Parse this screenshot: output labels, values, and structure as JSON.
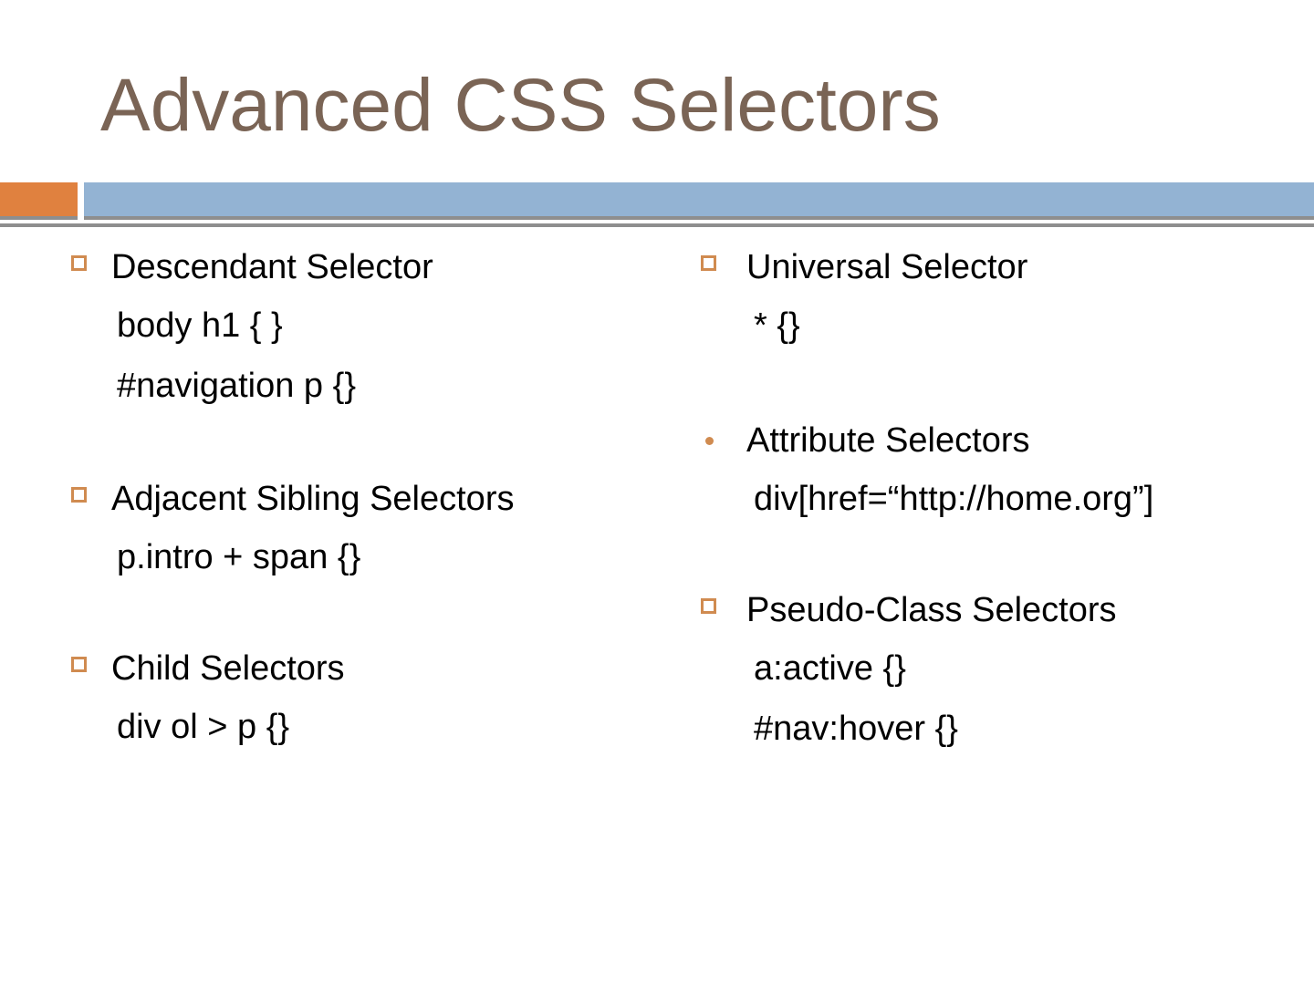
{
  "slide": {
    "title": "Advanced CSS Selectors",
    "colors": {
      "title_text": "#7a6455",
      "accent_orange": "#e0813f",
      "accent_blue": "#93b3d3",
      "rule_gray": "#8e8e8e",
      "bullet_marker": "#d08b50",
      "body_text": "#000000",
      "background": "#ffffff"
    }
  },
  "left_column": {
    "blocks": [
      {
        "heading": "Descendant Selector",
        "marker": "hollow-square",
        "lines": [
          "body h1 { }",
          "#navigation p {}"
        ]
      },
      {
        "heading": "Adjacent Sibling Selectors",
        "marker": "hollow-square",
        "lines": [
          "p.intro + span {}"
        ]
      },
      {
        "heading": "Child Selectors",
        "marker": "hollow-square",
        "lines": [
          "div ol > p {}"
        ]
      }
    ]
  },
  "right_column": {
    "blocks": [
      {
        "heading": "Universal Selector",
        "marker": "hollow-square",
        "lines": [
          "* {}"
        ]
      },
      {
        "heading": "Attribute Selectors",
        "marker": "filled-dot",
        "lines": [
          "div[href=“http://home.org”]"
        ]
      },
      {
        "heading": "Pseudo-Class Selectors",
        "marker": "hollow-square",
        "lines": [
          "a:active {}",
          "#nav:hover {}"
        ]
      }
    ]
  }
}
